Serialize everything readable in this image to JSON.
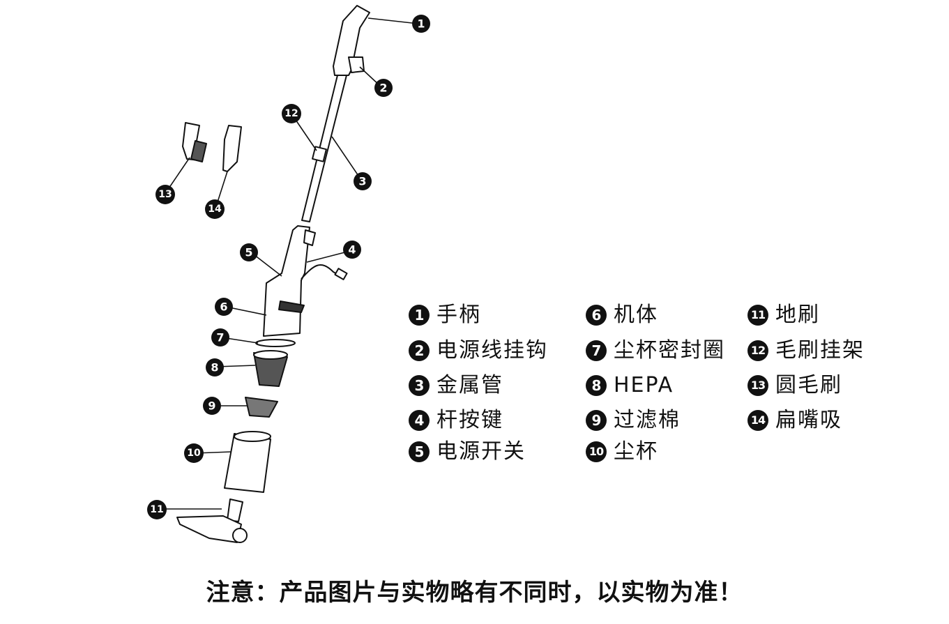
{
  "parts": [
    {
      "num": "1",
      "name": "手柄"
    },
    {
      "num": "2",
      "name": "电源线挂钩"
    },
    {
      "num": "3",
      "name": "金属管"
    },
    {
      "num": "4",
      "name": "杆按键"
    },
    {
      "num": "5",
      "name": "电源开关"
    },
    {
      "num": "6",
      "name": "机体"
    },
    {
      "num": "7",
      "name": "尘杯密封圈"
    },
    {
      "num": "8",
      "name": "HEPA"
    },
    {
      "num": "9",
      "name": "过滤棉"
    },
    {
      "num": "10",
      "name": "尘杯"
    },
    {
      "num": "11",
      "name": "地刷"
    },
    {
      "num": "12",
      "name": "毛刷挂架"
    },
    {
      "num": "13",
      "name": "圆毛刷"
    },
    {
      "num": "14",
      "name": "扁嘴吸"
    }
  ],
  "note": "注意：产品图片与实物略有不同时，以实物为准！"
}
